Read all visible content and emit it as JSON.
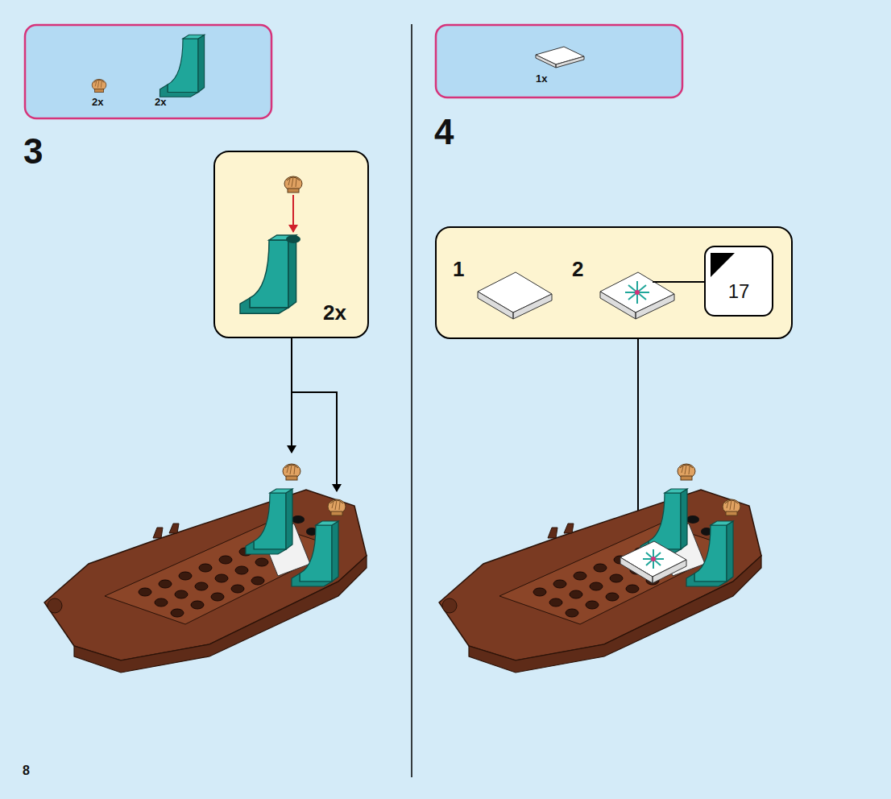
{
  "diagram": {
    "nodes": [
      {
        "text": [
          "2x",
          "2x"
        ]
      },
      {
        "text": [
          "2x"
        ]
      },
      {
        "text": [
          "1x"
        ]
      },
      {
        "text": [
          "1",
          "2"
        ]
      },
      {
        "text": [
          "17"
        ],
        "in": 3
      }
    ],
    "labels": [
      "3",
      "4",
      "8"
    ]
  }
}
